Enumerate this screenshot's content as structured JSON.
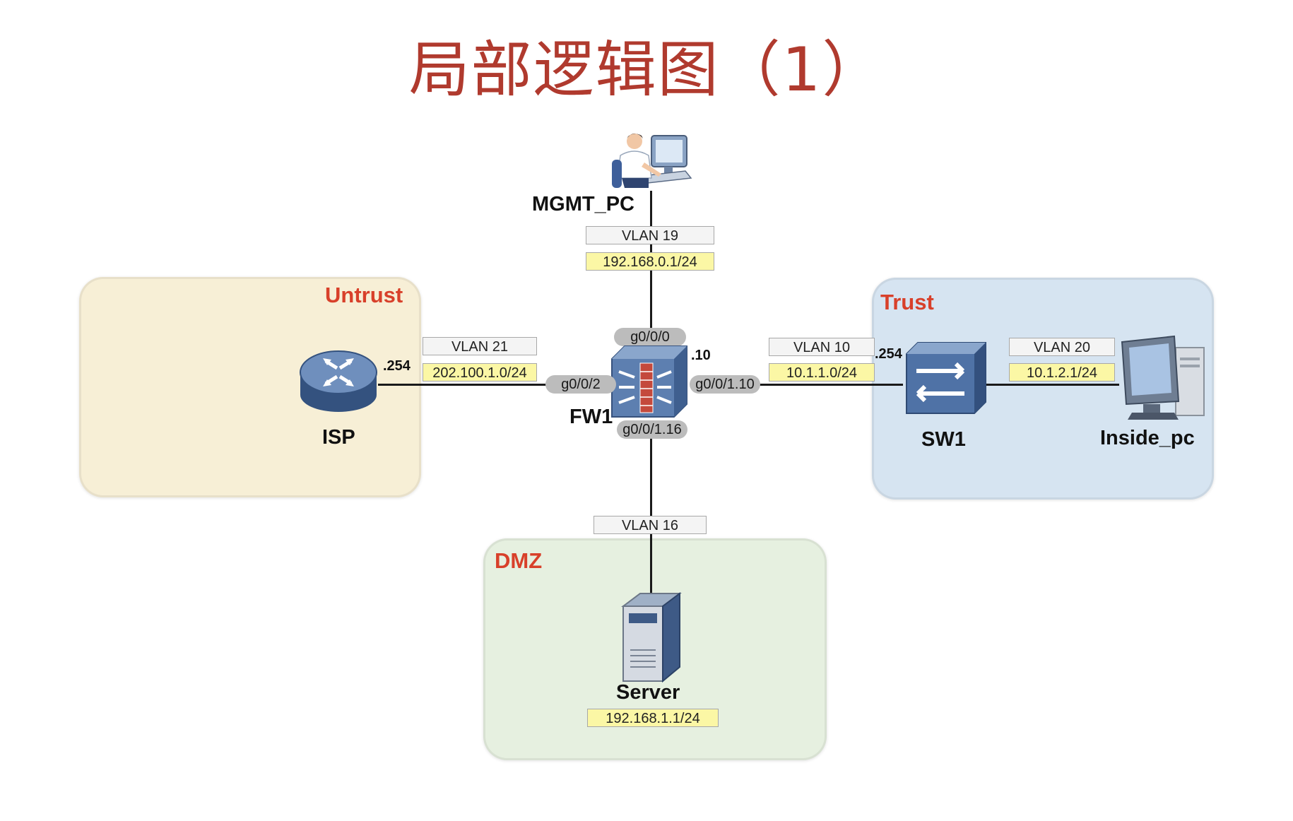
{
  "title": "局部逻辑图（1）",
  "zones": {
    "untrust": {
      "label": "Untrust",
      "color": "#f7efd6"
    },
    "trust": {
      "label": "Trust",
      "color": "#d6e4f1"
    },
    "dmz": {
      "label": "DMZ",
      "color": "#e6f0e0"
    }
  },
  "devices": {
    "mgmt_pc": {
      "label": "MGMT_PC",
      "icon": "admin-workstation-icon"
    },
    "fw1": {
      "label": "FW1",
      "icon": "firewall-icon"
    },
    "isp": {
      "label": "ISP",
      "icon": "router-icon"
    },
    "sw1": {
      "label": "SW1",
      "icon": "switch-icon"
    },
    "inside_pc": {
      "label": "Inside_pc",
      "icon": "desktop-pc-icon"
    },
    "server": {
      "label": "Server",
      "icon": "server-icon"
    }
  },
  "links": {
    "mgmt": {
      "vlan": "VLAN 19",
      "subnet": "192.168.0.1/24",
      "fw_port": "g0/0/0"
    },
    "untrust": {
      "vlan": "VLAN 21",
      "subnet": "202.100.1.0/24",
      "fw_port": "g0/0/2",
      "peer_suffix": ".254"
    },
    "trust": {
      "vlan": "VLAN 10",
      "subnet": "10.1.1.0/24",
      "fw_port": "g0/0/1.10",
      "fw_suffix": ".10",
      "peer_suffix": ".254"
    },
    "inside": {
      "vlan": "VLAN 20",
      "subnet": "10.1.2.1/24"
    },
    "dmz": {
      "vlan": "VLAN 16",
      "fw_port": "g0/0/1.16",
      "server_ip": "192.168.1.1/24"
    }
  }
}
